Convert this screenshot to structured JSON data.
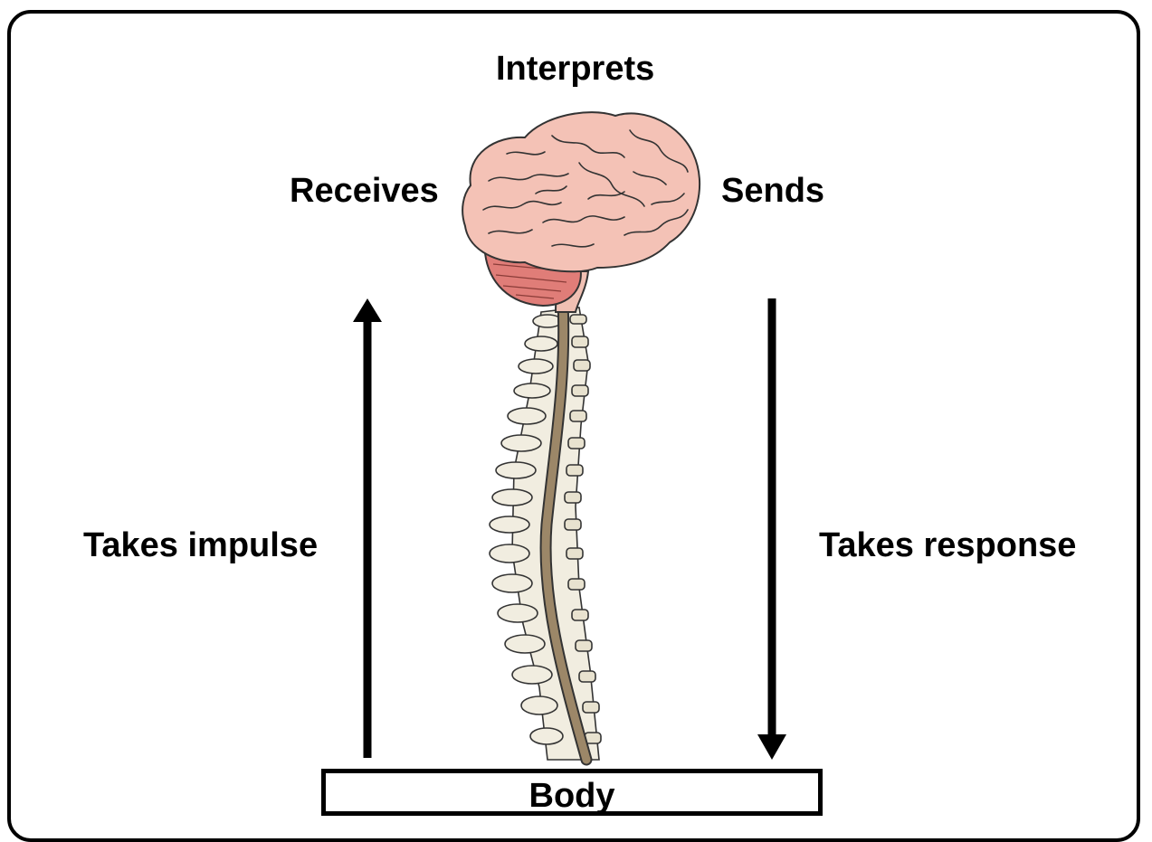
{
  "labels": {
    "interprets": "Interprets",
    "receives": "Receives",
    "sends": "Sends",
    "takes_impulse": "Takes impulse",
    "takes_response": "Takes response",
    "body": "Body"
  },
  "colors": {
    "brain": "#f4c2b6",
    "cerebellum": "#e07d78",
    "spinal_cord": "#9c8768",
    "vertebrae": "#f1ede0",
    "outline": "#000000"
  }
}
